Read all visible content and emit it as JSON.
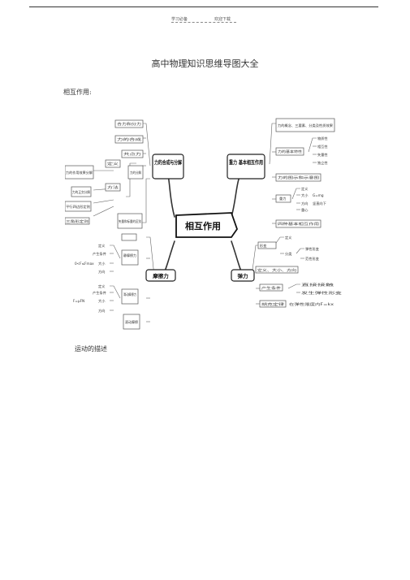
{
  "header": {
    "left": "学习必备",
    "right": "欢迎下载"
  },
  "title": "高中物理知识思维导图大全",
  "sections": {
    "interaction": "相互作用:",
    "motion": "运动的描述"
  },
  "mindmap": {
    "center": "相互作用",
    "branches": {
      "composition": "力的合成与分解",
      "gravity": "重力 基本相互作用",
      "friction": "摩擦力",
      "elastic": "弹力"
    },
    "composition_nodes": [
      "合力和分力",
      "力的合成",
      "共点力",
      "定义",
      "力的分解",
      "方法",
      "力的作用效果分解",
      "力的正交分解",
      "平行四边形定则",
      "三角形定则",
      "矢量和标量的区别"
    ],
    "gravity_nodes": [
      "力的概念、三要素、分类及性质效果",
      "力的基本特性",
      "物质性",
      "相互性",
      "矢量性",
      "独立性",
      "力的图示和示意图",
      "重力",
      "定义",
      "大小",
      "方向",
      "重心",
      "G=mg",
      "竖直向下",
      "四种基本相互作用"
    ],
    "friction_nodes": [
      "定义",
      "产生条件",
      "大小",
      "方向",
      "静摩擦力",
      "滑动摩擦力",
      "滚动摩擦",
      "0<F≤Fmax",
      "F=μFN"
    ],
    "elastic_nodes": [
      "形变",
      "定义",
      "分类",
      "弹性形变",
      "范性形变",
      "定义、大小、方向",
      "产生条件",
      "直接接触",
      "发生弹性形变",
      "胡克定律",
      "在弹性限度内F=kx"
    ]
  }
}
